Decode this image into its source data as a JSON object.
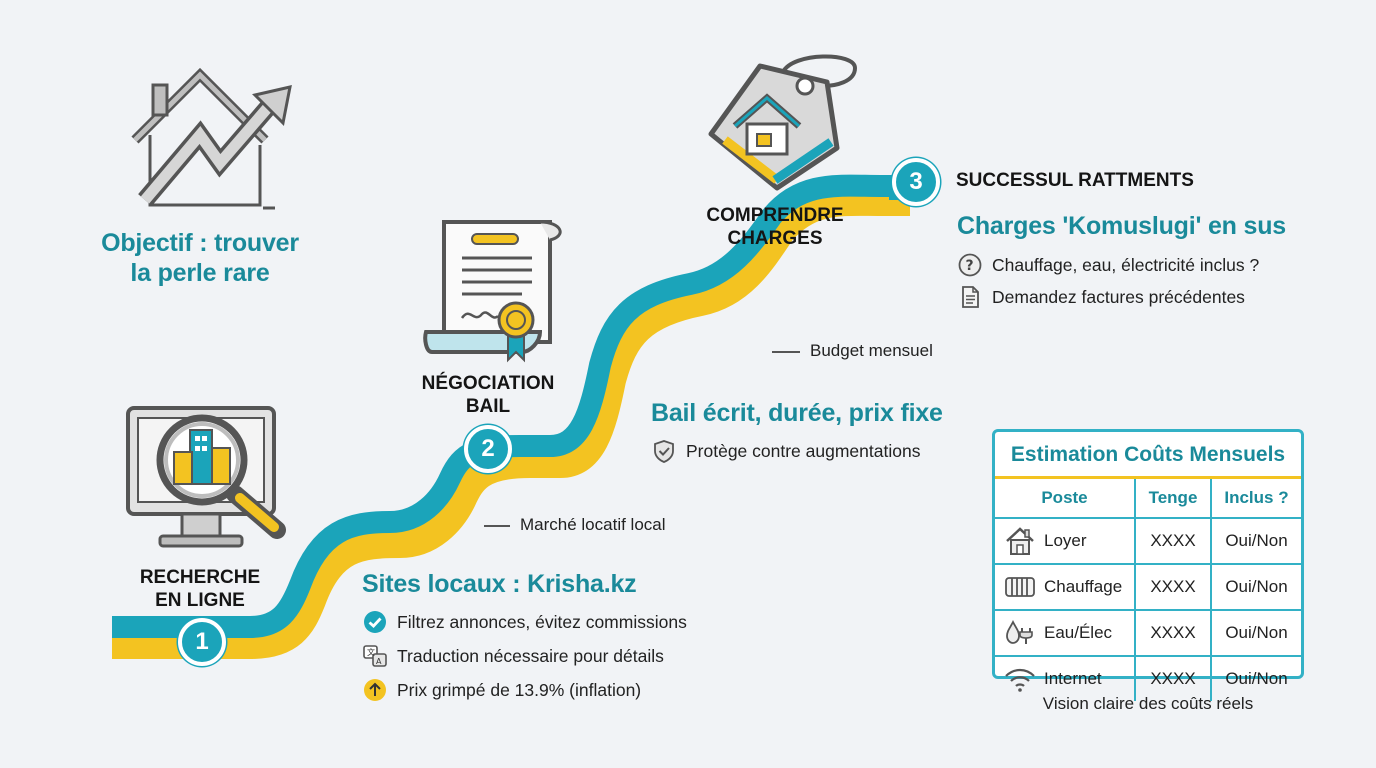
{
  "objective": {
    "title_line1": "Objectif : trouver",
    "title_line2": "la perle rare",
    "icon": "house-chart-icon"
  },
  "steps": [
    {
      "number": "1",
      "label_line1": "RECHERCHE",
      "label_line2": "EN LIGNE",
      "icon": "monitor-search-icon"
    },
    {
      "number": "2",
      "label_line1": "NÉGOCIATION",
      "label_line2": "BAIL",
      "icon": "contract-icon"
    },
    {
      "number": "3",
      "label_line1": "COMPRENDRE",
      "label_line2": "CHARGES",
      "icon": "price-tag-icon"
    }
  ],
  "connectors": {
    "market": "Marché locatif local",
    "budget": "Budget mensuel"
  },
  "section1": {
    "title": "Sites locaux : Krisha.kz",
    "bullets": [
      {
        "icon": "check-icon",
        "text": "Filtrez annonces, évitez commissions"
      },
      {
        "icon": "translate-icon",
        "text": "Traduction nécessaire pour détails"
      },
      {
        "icon": "arrow-up-icon",
        "text": "Prix grimpé de 13.9% (inflation)"
      }
    ]
  },
  "section2": {
    "title": "Bail écrit, durée, prix fixe",
    "bullets": [
      {
        "icon": "shield-icon",
        "text": "Protège contre augmentations"
      }
    ]
  },
  "section3": {
    "header": "SUCCESSUL RATTMENTS",
    "title": "Charges 'Komuslugi' en sus",
    "bullets": [
      {
        "icon": "question-icon",
        "text": "Chauffage, eau, électricité inclus ?"
      },
      {
        "icon": "document-icon",
        "text": "Demandez factures précédentes"
      }
    ]
  },
  "cost_table": {
    "title": "Estimation Coûts Mensuels",
    "headers": [
      "Poste",
      "Tenge",
      "Inclus ?"
    ],
    "rows": [
      {
        "icon": "house-icon",
        "poste": "Loyer",
        "tenge": "XXXX",
        "inclus": "Oui/Non"
      },
      {
        "icon": "radiator-icon",
        "poste": "Chauffage",
        "tenge": "XXXX",
        "inclus": "Oui/Non"
      },
      {
        "icon": "water-plug-icon",
        "poste": "Eau/Élec",
        "tenge": "XXXX",
        "inclus": "Oui/Non"
      },
      {
        "icon": "wifi-icon",
        "poste": "Internet",
        "tenge": "XXXX",
        "inclus": "Oui/Non"
      }
    ],
    "caption": "Vision claire des coûts réels"
  },
  "colors": {
    "teal": "#1ba4ba",
    "yellow": "#f3c321",
    "heading": "#1a8a9a"
  }
}
